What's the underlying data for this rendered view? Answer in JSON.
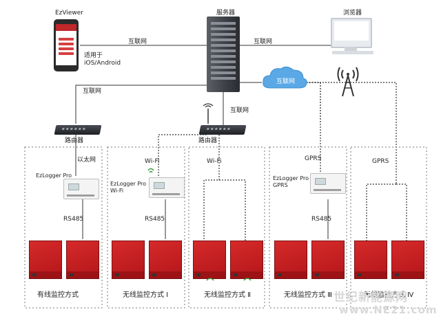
{
  "labels": {
    "ezviewer": "EzViewer",
    "server": "服务器",
    "browser": "浏览器",
    "internet_phone_server": "互联网",
    "internet_server_browser": "互联网",
    "for_platform_line1": "适用于",
    "for_platform_line2": "iOS/Android",
    "internet_router_left": "互联网",
    "internet_router_right": "互联网",
    "internet_cloud": "互联网",
    "router_left": "路由器",
    "router_right": "路由器",
    "ethernet": "以太网",
    "wifi_1": "Wi-Fi",
    "wifi_2": "Wi-Fi",
    "gprs_1": "GPRS",
    "gprs_2": "GPRS",
    "logger_1": "EzLogger Pro",
    "logger_2_line1": "EzLogger Pro",
    "logger_2_line2": "Wi-Fi",
    "logger_3_line1": "EzLogger Pro",
    "logger_3_line2": "GPRS",
    "rs485_1": "RS485",
    "rs485_2": "RS485",
    "rs485_3": "RS485"
  },
  "captions": [
    "有线监控方式",
    "无线监控方式 Ⅰ",
    "无线监控方式 Ⅱ",
    "无线监控方式 Ⅲ",
    "无线监控方式 Ⅳ"
  ],
  "watermark": {
    "line1": "世纪新能源网",
    "line2": "www.NE21.com"
  },
  "colors": {
    "inverter": "#c4191d",
    "cloud": "#5aa9e6",
    "line": "#333333"
  }
}
